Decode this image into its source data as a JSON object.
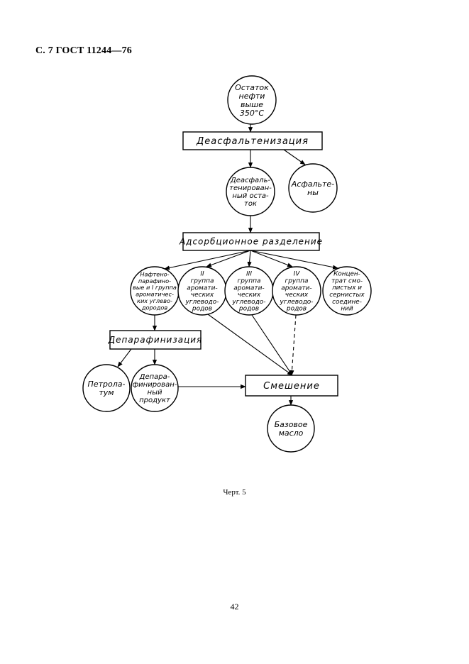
{
  "header": {
    "text": "С. 7  ГОСТ 11244—76"
  },
  "diagram": {
    "nodes": [
      {
        "id": "residue",
        "shape": "circle",
        "lines": [
          "Остаток",
          "нефти",
          "выше",
          "350°С"
        ]
      },
      {
        "id": "deasphalting",
        "shape": "rect",
        "lines": [
          "Деасфальтенизация"
        ]
      },
      {
        "id": "deasph-residue",
        "shape": "circle",
        "lines": [
          "Деасфаль-",
          "тенирован-",
          "ный оста-",
          "ток"
        ]
      },
      {
        "id": "asphaltenes",
        "shape": "circle",
        "lines": [
          "Асфальте-",
          "ны"
        ]
      },
      {
        "id": "adsorption",
        "shape": "rect",
        "lines": [
          "Адсорбционное  разделение"
        ]
      },
      {
        "id": "group-1",
        "shape": "circle",
        "lines": [
          "Нафтено-",
          "парафино-",
          "вые и I группа",
          "ароматичес-",
          "ких углево-",
          "дородов"
        ]
      },
      {
        "id": "group-2",
        "shape": "circle",
        "lines": [
          "II",
          "группа",
          "аромати-",
          "ческих",
          "углеводо-",
          "родов"
        ]
      },
      {
        "id": "group-3",
        "shape": "circle",
        "lines": [
          "III",
          "группа",
          "аромати-",
          "ческих",
          "углеводо-",
          "родов"
        ]
      },
      {
        "id": "group-4",
        "shape": "circle",
        "lines": [
          "IV",
          "группа",
          "аромати-",
          "ческих",
          "углеводо-",
          "родов"
        ]
      },
      {
        "id": "concentrate",
        "shape": "circle",
        "lines": [
          "Концен-",
          "трат смо-",
          "листых и",
          "сернистых",
          "соедине-",
          "ний"
        ]
      },
      {
        "id": "dewaxing",
        "shape": "rect",
        "lines": [
          "Депарафинизация"
        ]
      },
      {
        "id": "petrolatum",
        "shape": "circle",
        "lines": [
          "Петрола-",
          "тум"
        ]
      },
      {
        "id": "dewaxed",
        "shape": "circle",
        "lines": [
          "Депара-",
          "финирован-",
          "ный",
          "продукт"
        ]
      },
      {
        "id": "mixing",
        "shape": "rect",
        "lines": [
          "Смешение"
        ]
      },
      {
        "id": "base-oil",
        "shape": "circle",
        "lines": [
          "Базовое",
          "масло"
        ]
      }
    ],
    "edges": [
      {
        "from": "residue",
        "to": "deasphalting",
        "style": "solid"
      },
      {
        "from": "deasphalting",
        "to": "deasph-residue",
        "style": "solid"
      },
      {
        "from": "deasphalting",
        "to": "asphaltenes",
        "style": "solid"
      },
      {
        "from": "deasph-residue",
        "to": "adsorption",
        "style": "solid"
      },
      {
        "from": "adsorption",
        "to": "group-1",
        "style": "solid"
      },
      {
        "from": "adsorption",
        "to": "group-2",
        "style": "solid"
      },
      {
        "from": "adsorption",
        "to": "group-3",
        "style": "solid"
      },
      {
        "from": "adsorption",
        "to": "group-4",
        "style": "solid"
      },
      {
        "from": "adsorption",
        "to": "concentrate",
        "style": "solid"
      },
      {
        "from": "group-1",
        "to": "dewaxing",
        "style": "solid"
      },
      {
        "from": "dewaxing",
        "to": "petrolatum",
        "style": "solid"
      },
      {
        "from": "dewaxing",
        "to": "dewaxed",
        "style": "solid"
      },
      {
        "from": "group-2",
        "to": "mixing",
        "style": "solid"
      },
      {
        "from": "group-3",
        "to": "mixing",
        "style": "solid"
      },
      {
        "from": "group-4",
        "to": "mixing",
        "style": "dashed"
      },
      {
        "from": "dewaxed",
        "to": "mixing",
        "style": "solid"
      },
      {
        "from": "mixing",
        "to": "base-oil",
        "style": "solid"
      }
    ]
  },
  "caption": {
    "text": "Черт. 5"
  },
  "page_number": {
    "text": "42"
  }
}
